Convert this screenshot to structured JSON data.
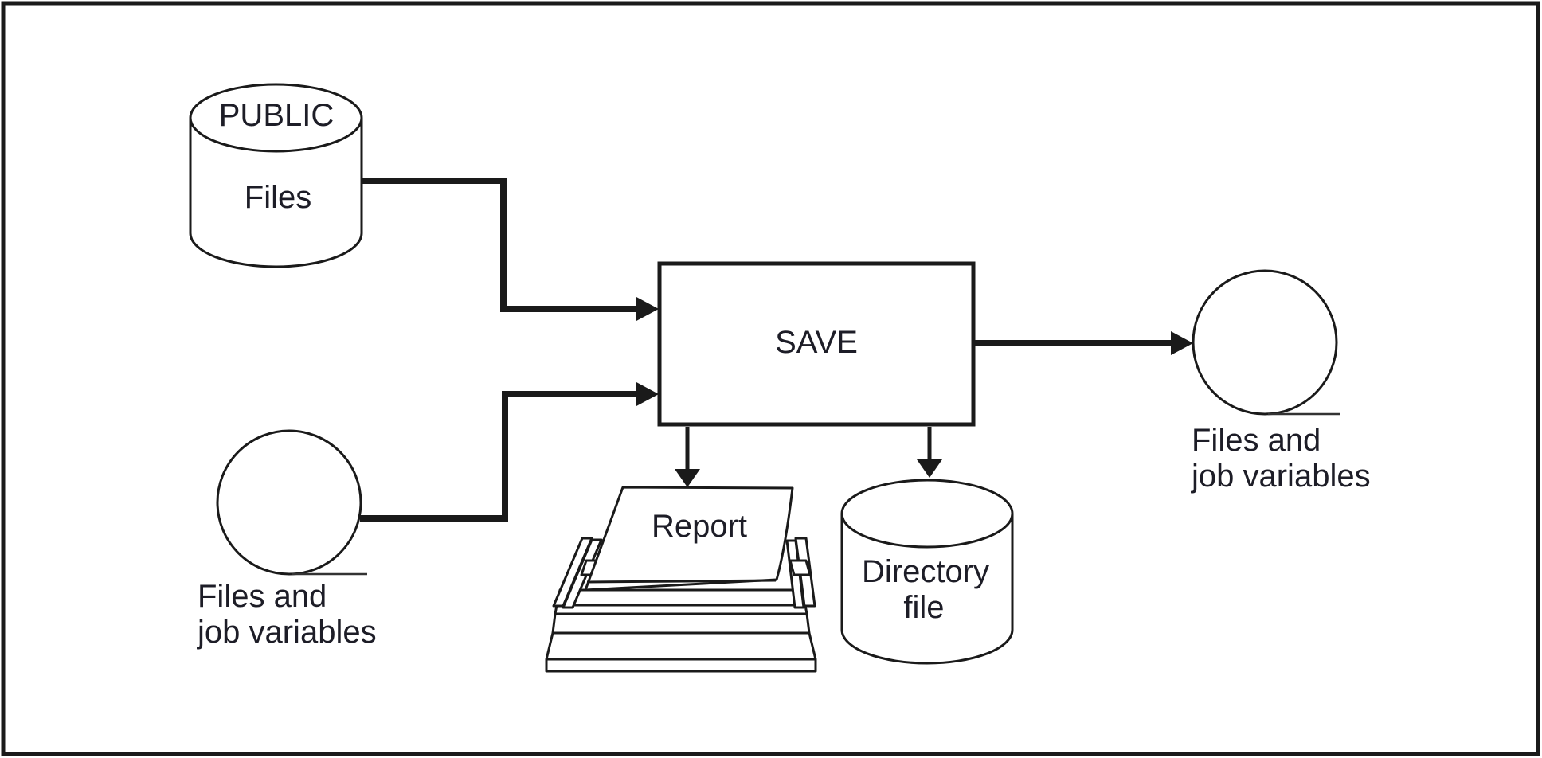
{
  "diagram": {
    "colors": {
      "background": "#ffffff",
      "stroke": "#1a1a1a",
      "text": "#1d1d27",
      "tangent_line": "#333333"
    },
    "nodes": {
      "public_db": {
        "title": "PUBLIC",
        "label": "Files"
      },
      "left_tape": {
        "caption_line1": "Files and",
        "caption_line2": "job variables"
      },
      "save": {
        "label": "SAVE"
      },
      "printer": {
        "label": "Report"
      },
      "directory_db": {
        "label_line1": "Directory",
        "label_line2": "file"
      },
      "right_tape": {
        "caption_line1": "Files and",
        "caption_line2": "job variables"
      }
    }
  }
}
